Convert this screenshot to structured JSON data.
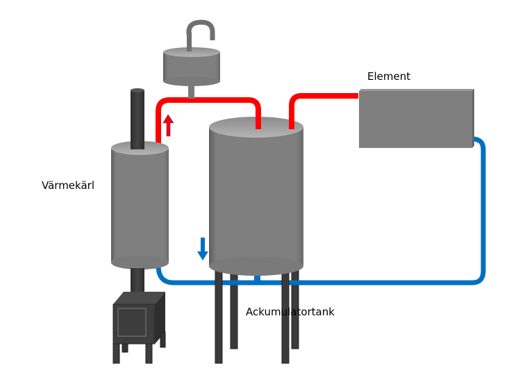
{
  "labels": {
    "heater_vessel": "Värmekärl",
    "element": "Element",
    "accumulator_tank": "Ackumulatortank"
  },
  "colors": {
    "hot_pipe": "#ff0000",
    "cold_pipe": "#0070c0",
    "vessel_gray": "#7f7f7f",
    "vessel_top": "#a6a6a6",
    "dark_steel": "#404040",
    "background": "#ffffff"
  },
  "flow": {
    "hot_direction": "up",
    "cold_direction": "down"
  }
}
